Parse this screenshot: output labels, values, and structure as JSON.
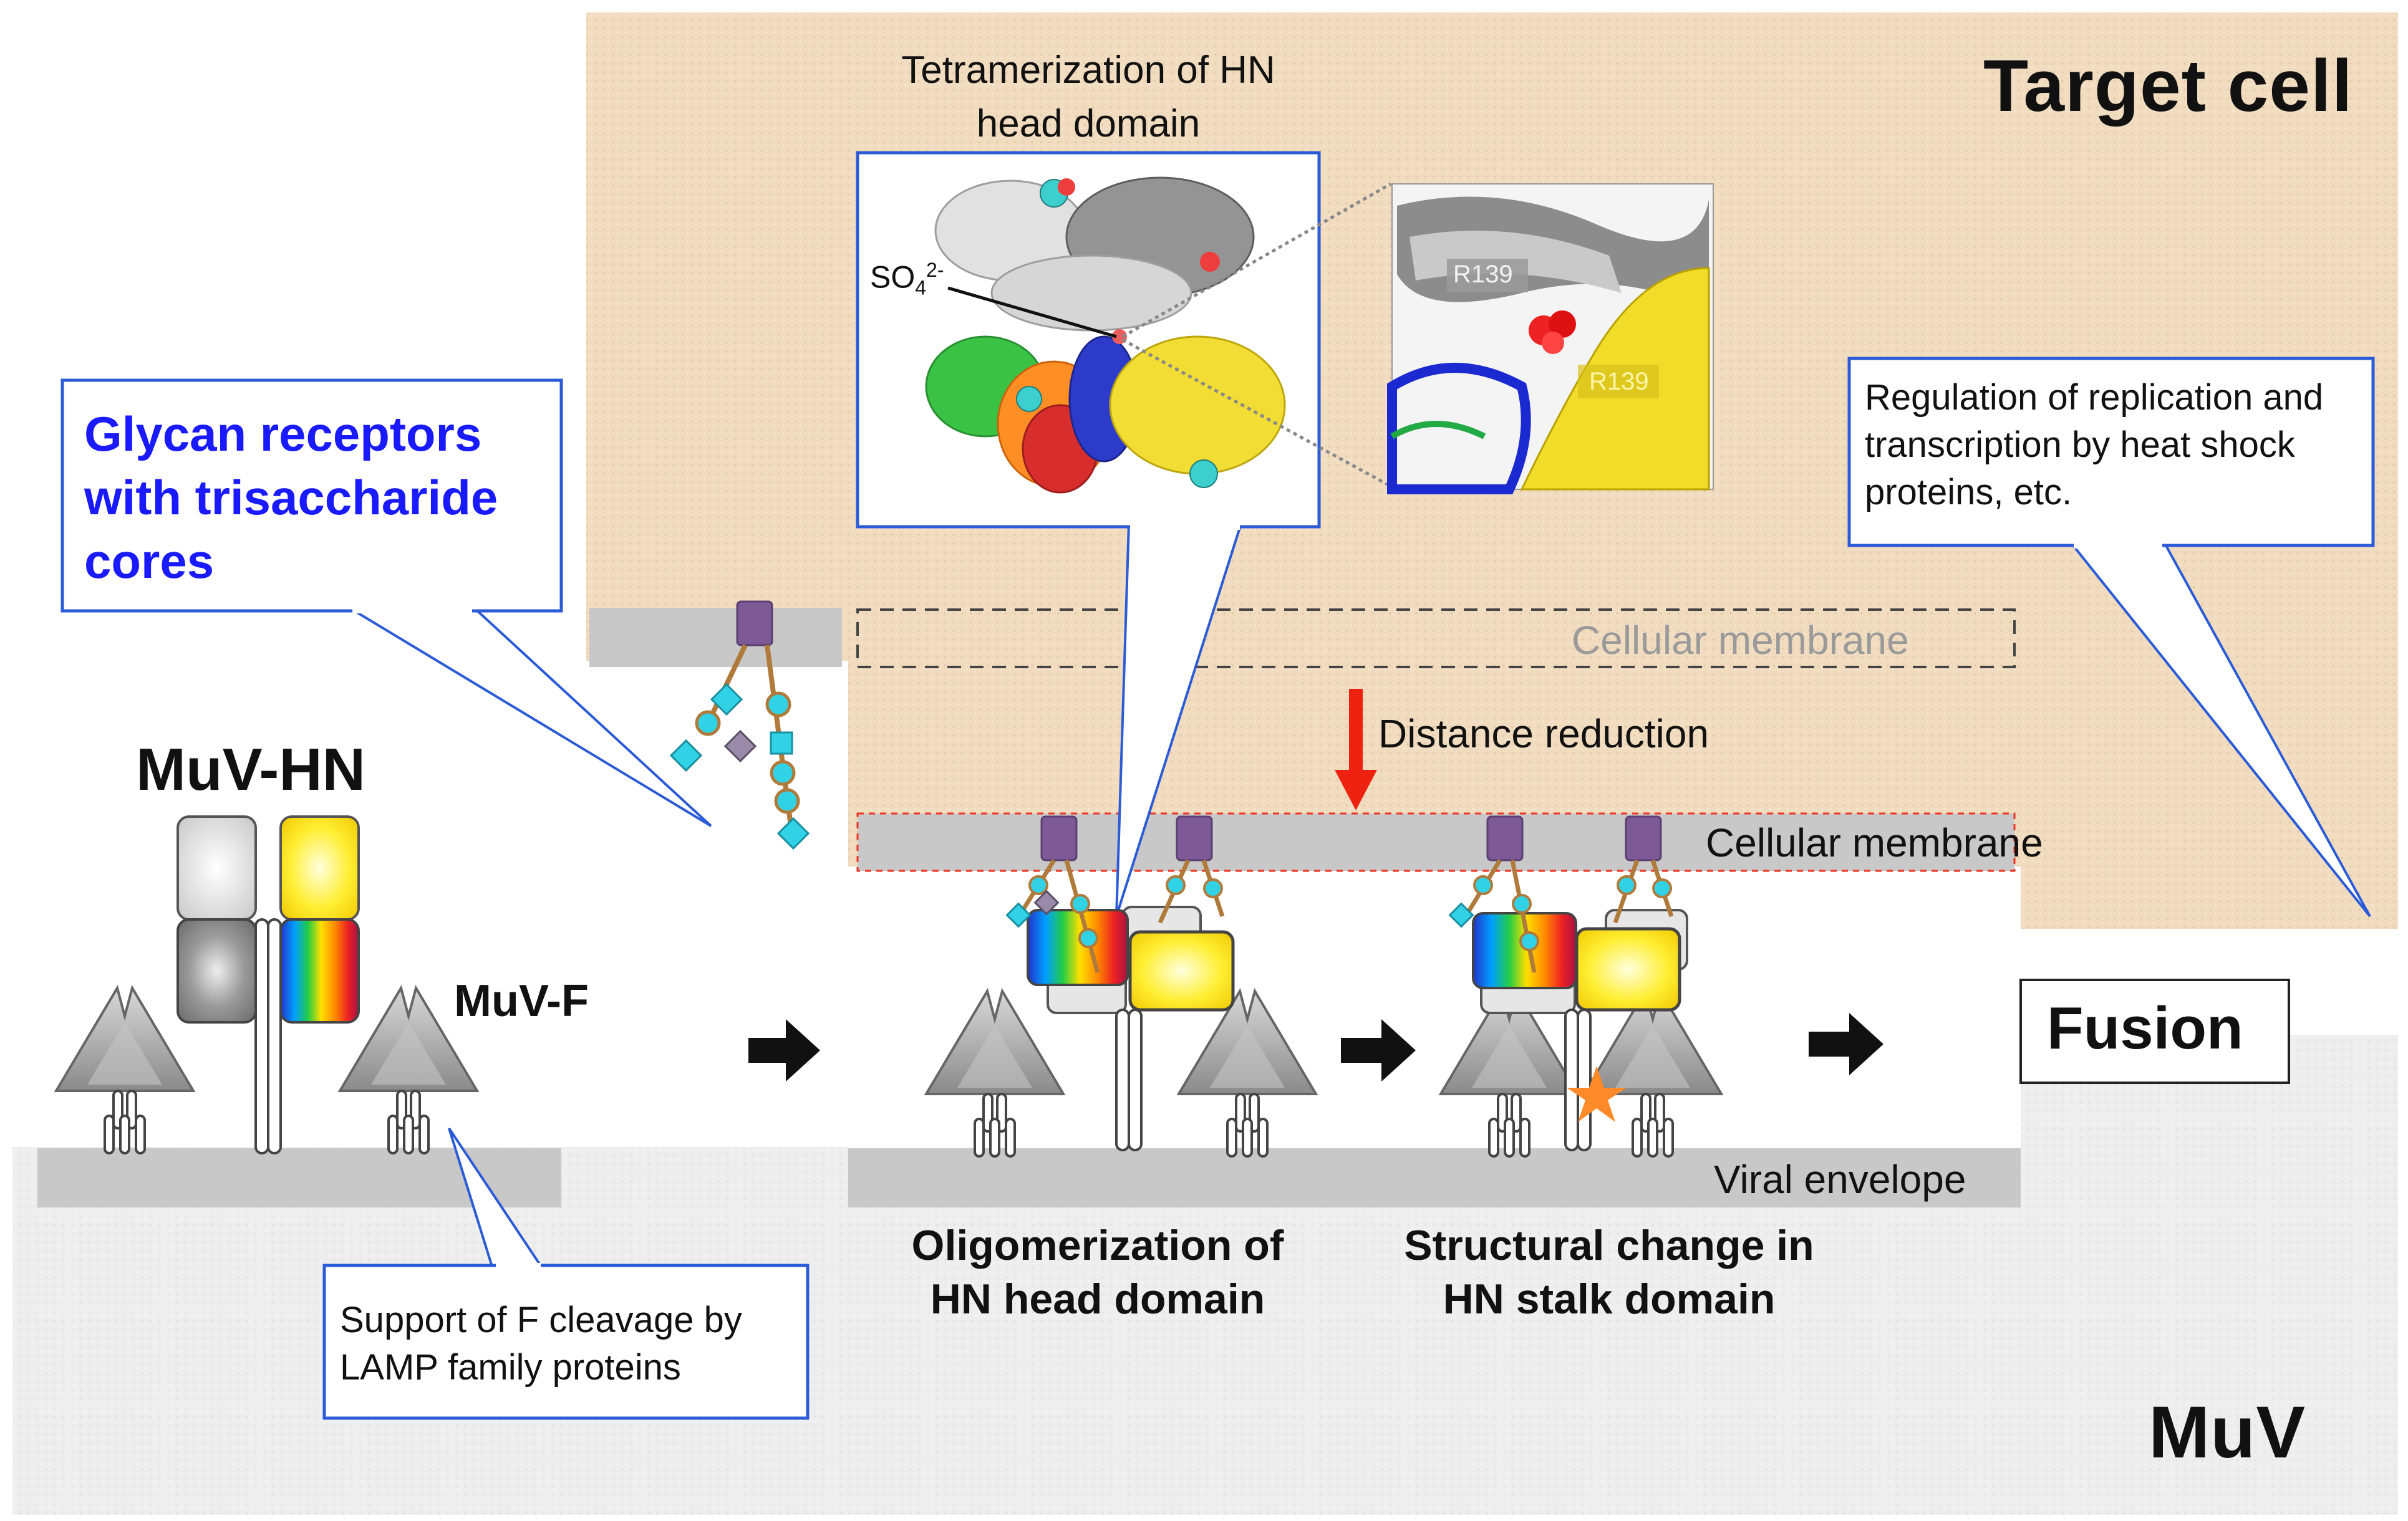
{
  "regions": {
    "target_cell": "Target cell",
    "virus": "MuV"
  },
  "labels": {
    "muv_hn": "MuV-HN",
    "muv_f": "MuV-F",
    "fusion": "Fusion",
    "distance_reduction": "Distance reduction",
    "cellular_membrane_upper": "Cellular membrane",
    "cellular_membrane_lower": "Cellular membrane",
    "viral_envelope": "Viral envelope"
  },
  "callouts": {
    "glycan": [
      "Glycan receptors",
      "with trisaccharide",
      "cores"
    ],
    "tetramerization": [
      "Tetramerization of HN",
      "head domain"
    ],
    "regulation": [
      "Regulation of replication and",
      "transcription by heat shock",
      "proteins, etc."
    ],
    "support": [
      "Support of F cleavage by",
      "LAMP family proteins"
    ]
  },
  "structure_labels": {
    "sulfate": "SO",
    "sulfate_sub": "4",
    "sulfate_sup": "2-",
    "residue_a": "R139",
    "residue_b": "R139"
  },
  "steps": {
    "step1": [
      "Oligomerization of",
      "HN head domain"
    ],
    "step2": [
      "Structural change in",
      "HN stalk domain"
    ]
  },
  "colors": {
    "target_bg": "#f1dcc0",
    "virus_bg": "#eeeeee",
    "membrane": "#c8c8c8",
    "glycan_text": "#1a1aff",
    "callout_border": "#2b5bd7",
    "arrow_red": "#ee2211",
    "receptor": "#7d5a95",
    "glycan_square": "#32d2e6",
    "glycan_circle": "#b07a3a",
    "hn_yellow": "#ffe200",
    "hn_gray": "#9a9a9a"
  }
}
